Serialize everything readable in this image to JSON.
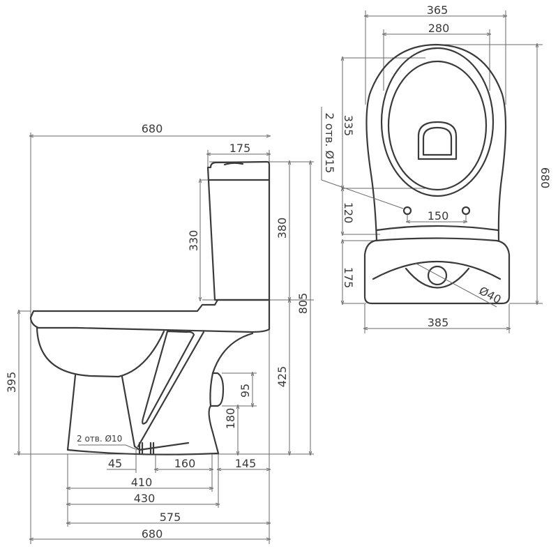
{
  "side_view": {
    "overall_length": "680",
    "tank_depth": "175",
    "tank_inner_height": "330",
    "tank_height": "380",
    "total_height": "805",
    "rim_height": "395",
    "bowl_height": "425",
    "outlet_height": "95",
    "outlet_center_height": "180",
    "holes_note": "2 отв. Ø10",
    "dist_45": "45",
    "dist_160": "160",
    "dist_145": "145",
    "base_410": "410",
    "base_430": "430",
    "base_575": "575",
    "bottom_680": "680"
  },
  "top_view": {
    "width_365": "365",
    "width_280": "280",
    "length_680": "680",
    "dist_335": "335",
    "dist_120": "120",
    "tank_175": "175",
    "holes_spacing": "150",
    "holes_note": "2 отв. Ø15",
    "button_diameter": "Ø40",
    "tank_width": "385"
  }
}
